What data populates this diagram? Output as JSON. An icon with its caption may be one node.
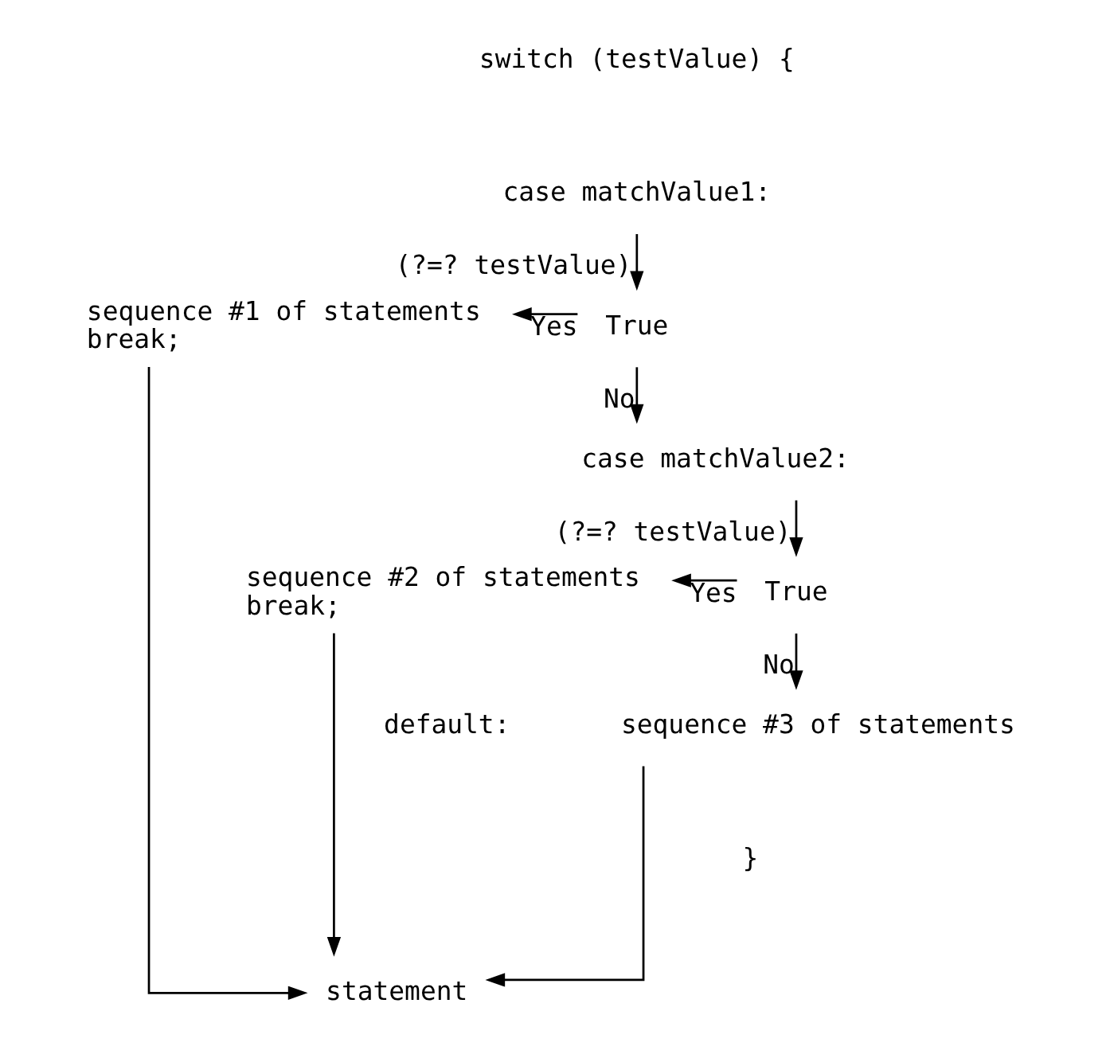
{
  "diagram": {
    "nodes": [
      {
        "text": [
          "case matchValue1:"
        ]
      },
      {
        "text": [
          "True"
        ]
      },
      {
        "text": [
          "sequence #1 of statements",
          "break;"
        ]
      },
      {
        "text": [
          "case matchValue2:"
        ]
      },
      {
        "text": [
          "True"
        ]
      },
      {
        "text": [
          "sequence #2 of statements",
          "break;"
        ]
      },
      {
        "text": [
          "sequence #3 of statements"
        ]
      },
      {
        "text": [
          "statement"
        ]
      }
    ],
    "edges": [
      {
        "from": 0,
        "to": 1,
        "arrow": "to",
        "label": "(?=? testValue)"
      },
      {
        "from": 1,
        "to": 2,
        "arrow": "to",
        "label": "Yes"
      },
      {
        "from": 1,
        "to": 3,
        "arrow": "to",
        "label": "No"
      },
      {
        "from": 2,
        "to": 7,
        "arrow": "to"
      },
      {
        "from": 3,
        "to": 4,
        "arrow": "to",
        "label": "(?=? testValue)"
      },
      {
        "from": 4,
        "to": 5,
        "arrow": "to",
        "label": "Yes"
      },
      {
        "from": 4,
        "to": 6,
        "arrow": "to",
        "label": "No"
      },
      {
        "from": 5,
        "to": 7,
        "arrow": "to"
      },
      {
        "from": 6,
        "to": 7,
        "arrow": "to"
      }
    ],
    "labels": [
      "switch (testValue) {",
      "default:",
      "}"
    ]
  }
}
